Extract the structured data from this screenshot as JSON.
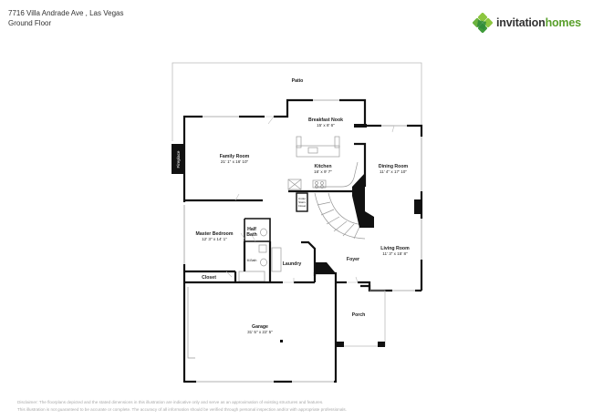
{
  "header": {
    "address": "7716 Villa Andrade Ave , Las Vegas",
    "floor": "Ground Floor"
  },
  "logo": {
    "part1": "invitation",
    "part2": "homes",
    "icon": "clover-logo-icon",
    "colors": {
      "dark": "#333333",
      "green": "#5aa02c",
      "leaf_light": "#8cc63f",
      "leaf_dark": "#2e8b3a"
    }
  },
  "rooms": {
    "patio": {
      "name": "Patio"
    },
    "breakfast_nook": {
      "name": "Breakfast Nook",
      "dims": "15' x 8' 6\""
    },
    "family_room": {
      "name": "Family Room",
      "dims": "21' 1\" x 16' 10\""
    },
    "fireplace": {
      "name": "Fireplace"
    },
    "kitchen": {
      "name": "Kitchen",
      "dims": "16' x 9' 7\""
    },
    "dining_room": {
      "name": "Dining Room",
      "dims": "11' 4\" x 17' 10\""
    },
    "under_stairs_closet": {
      "line1": "Under",
      "line2": "Stairs",
      "line3": "Closet"
    },
    "master_bedroom": {
      "name": "Master Bedroom",
      "dims": "12' 3\" x 14' 1\""
    },
    "half_bath": {
      "line1": "Half",
      "line2": "Bath"
    },
    "m_bath": {
      "name": "M.Bath"
    },
    "laundry": {
      "name": "Laundry"
    },
    "closet": {
      "name": "Closet"
    },
    "foyer": {
      "name": "Foyer"
    },
    "living_room": {
      "name": "Living Room",
      "dims": "11' 3\" x 15' 8\""
    },
    "garage": {
      "name": "Garage",
      "dims": "31' 5\" x 22' 5\""
    },
    "porch": {
      "name": "Porch"
    }
  },
  "disclaimer": {
    "line1": "Disclaimer: The floorplans depicted and the stated dimensions in this illustration are indicative only and serve as an approximation of existing structures and features.",
    "line2": "This illustration is not guaranteed to be accurate or complete. The accuracy of all information should be verified through personal inspection and/or with appropriate professionals."
  }
}
